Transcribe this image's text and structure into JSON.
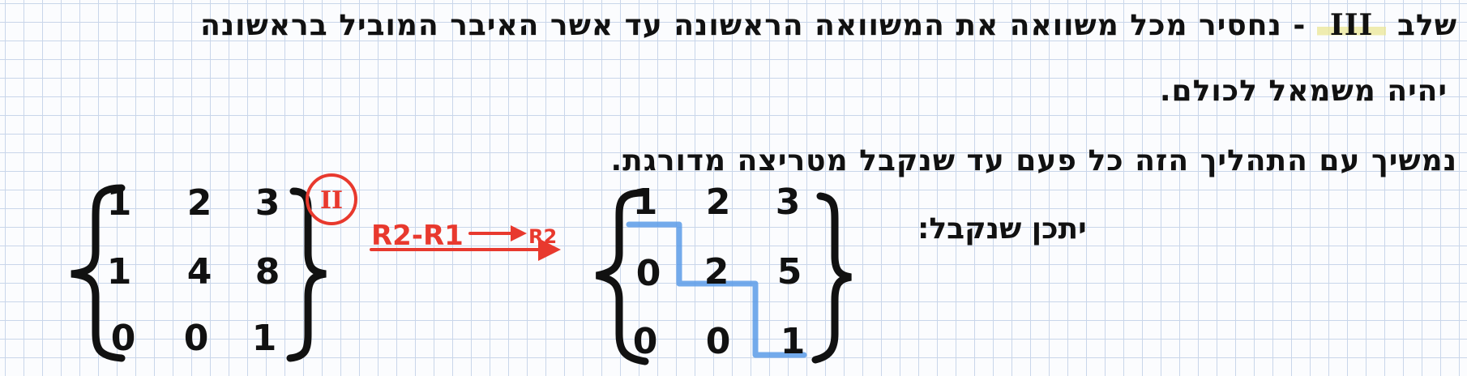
{
  "text": {
    "line1_start": "שלב",
    "line1_roman": "III",
    "line1_rest": "- נחסיר מכל משוואה את המשוואה הראשונה עד אשר האיבר המוביל בראשונה",
    "line2": "יהיה משמאל לכולם.",
    "line3": "נמשיך עם התהליך הזה כל פעם עד שנקבל מטריצה מדורגת.",
    "line4": "יתכן שנקבל:"
  },
  "left_matrix": {
    "rows": [
      [
        "1",
        "2",
        "3"
      ],
      [
        "1",
        "4",
        "8"
      ],
      [
        "0",
        "0",
        "1"
      ]
    ],
    "label": "II"
  },
  "operation": {
    "text": "R2-R1",
    "result": "R2"
  },
  "right_matrix": {
    "rows": [
      [
        "1",
        "2",
        "3"
      ],
      [
        "0",
        "2",
        "5"
      ],
      [
        "0",
        "0",
        "1"
      ]
    ]
  },
  "colors": {
    "ink": "#111111",
    "red": "#e8392e",
    "staircase": "#5b9be8",
    "highlight": "#ebe696",
    "grid": "#c9d6ea"
  }
}
